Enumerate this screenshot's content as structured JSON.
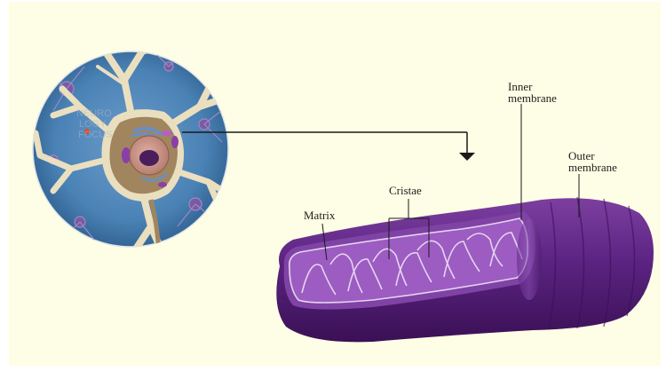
{
  "labels": {
    "inner_membrane": [
      "Inner",
      "membrane"
    ],
    "outer_membrane": [
      "Outer",
      "membrane"
    ],
    "cristae": "Cristae",
    "matrix": "Matrix"
  },
  "cell_watermark": [
    "NEURO",
    "LOGY",
    "FOCUS"
  ],
  "colors": {
    "background": "#fefde5",
    "cell_backdrop": "#4b83b6",
    "neuron_body": "#e9dfbf",
    "cytoplasm": "#a0855f",
    "nucleus": "#c89080",
    "mitochondrion_outer": "#6b2c8c",
    "mitochondrion_inner": "#8a4aab",
    "leader_line": "#1a1a1a"
  }
}
